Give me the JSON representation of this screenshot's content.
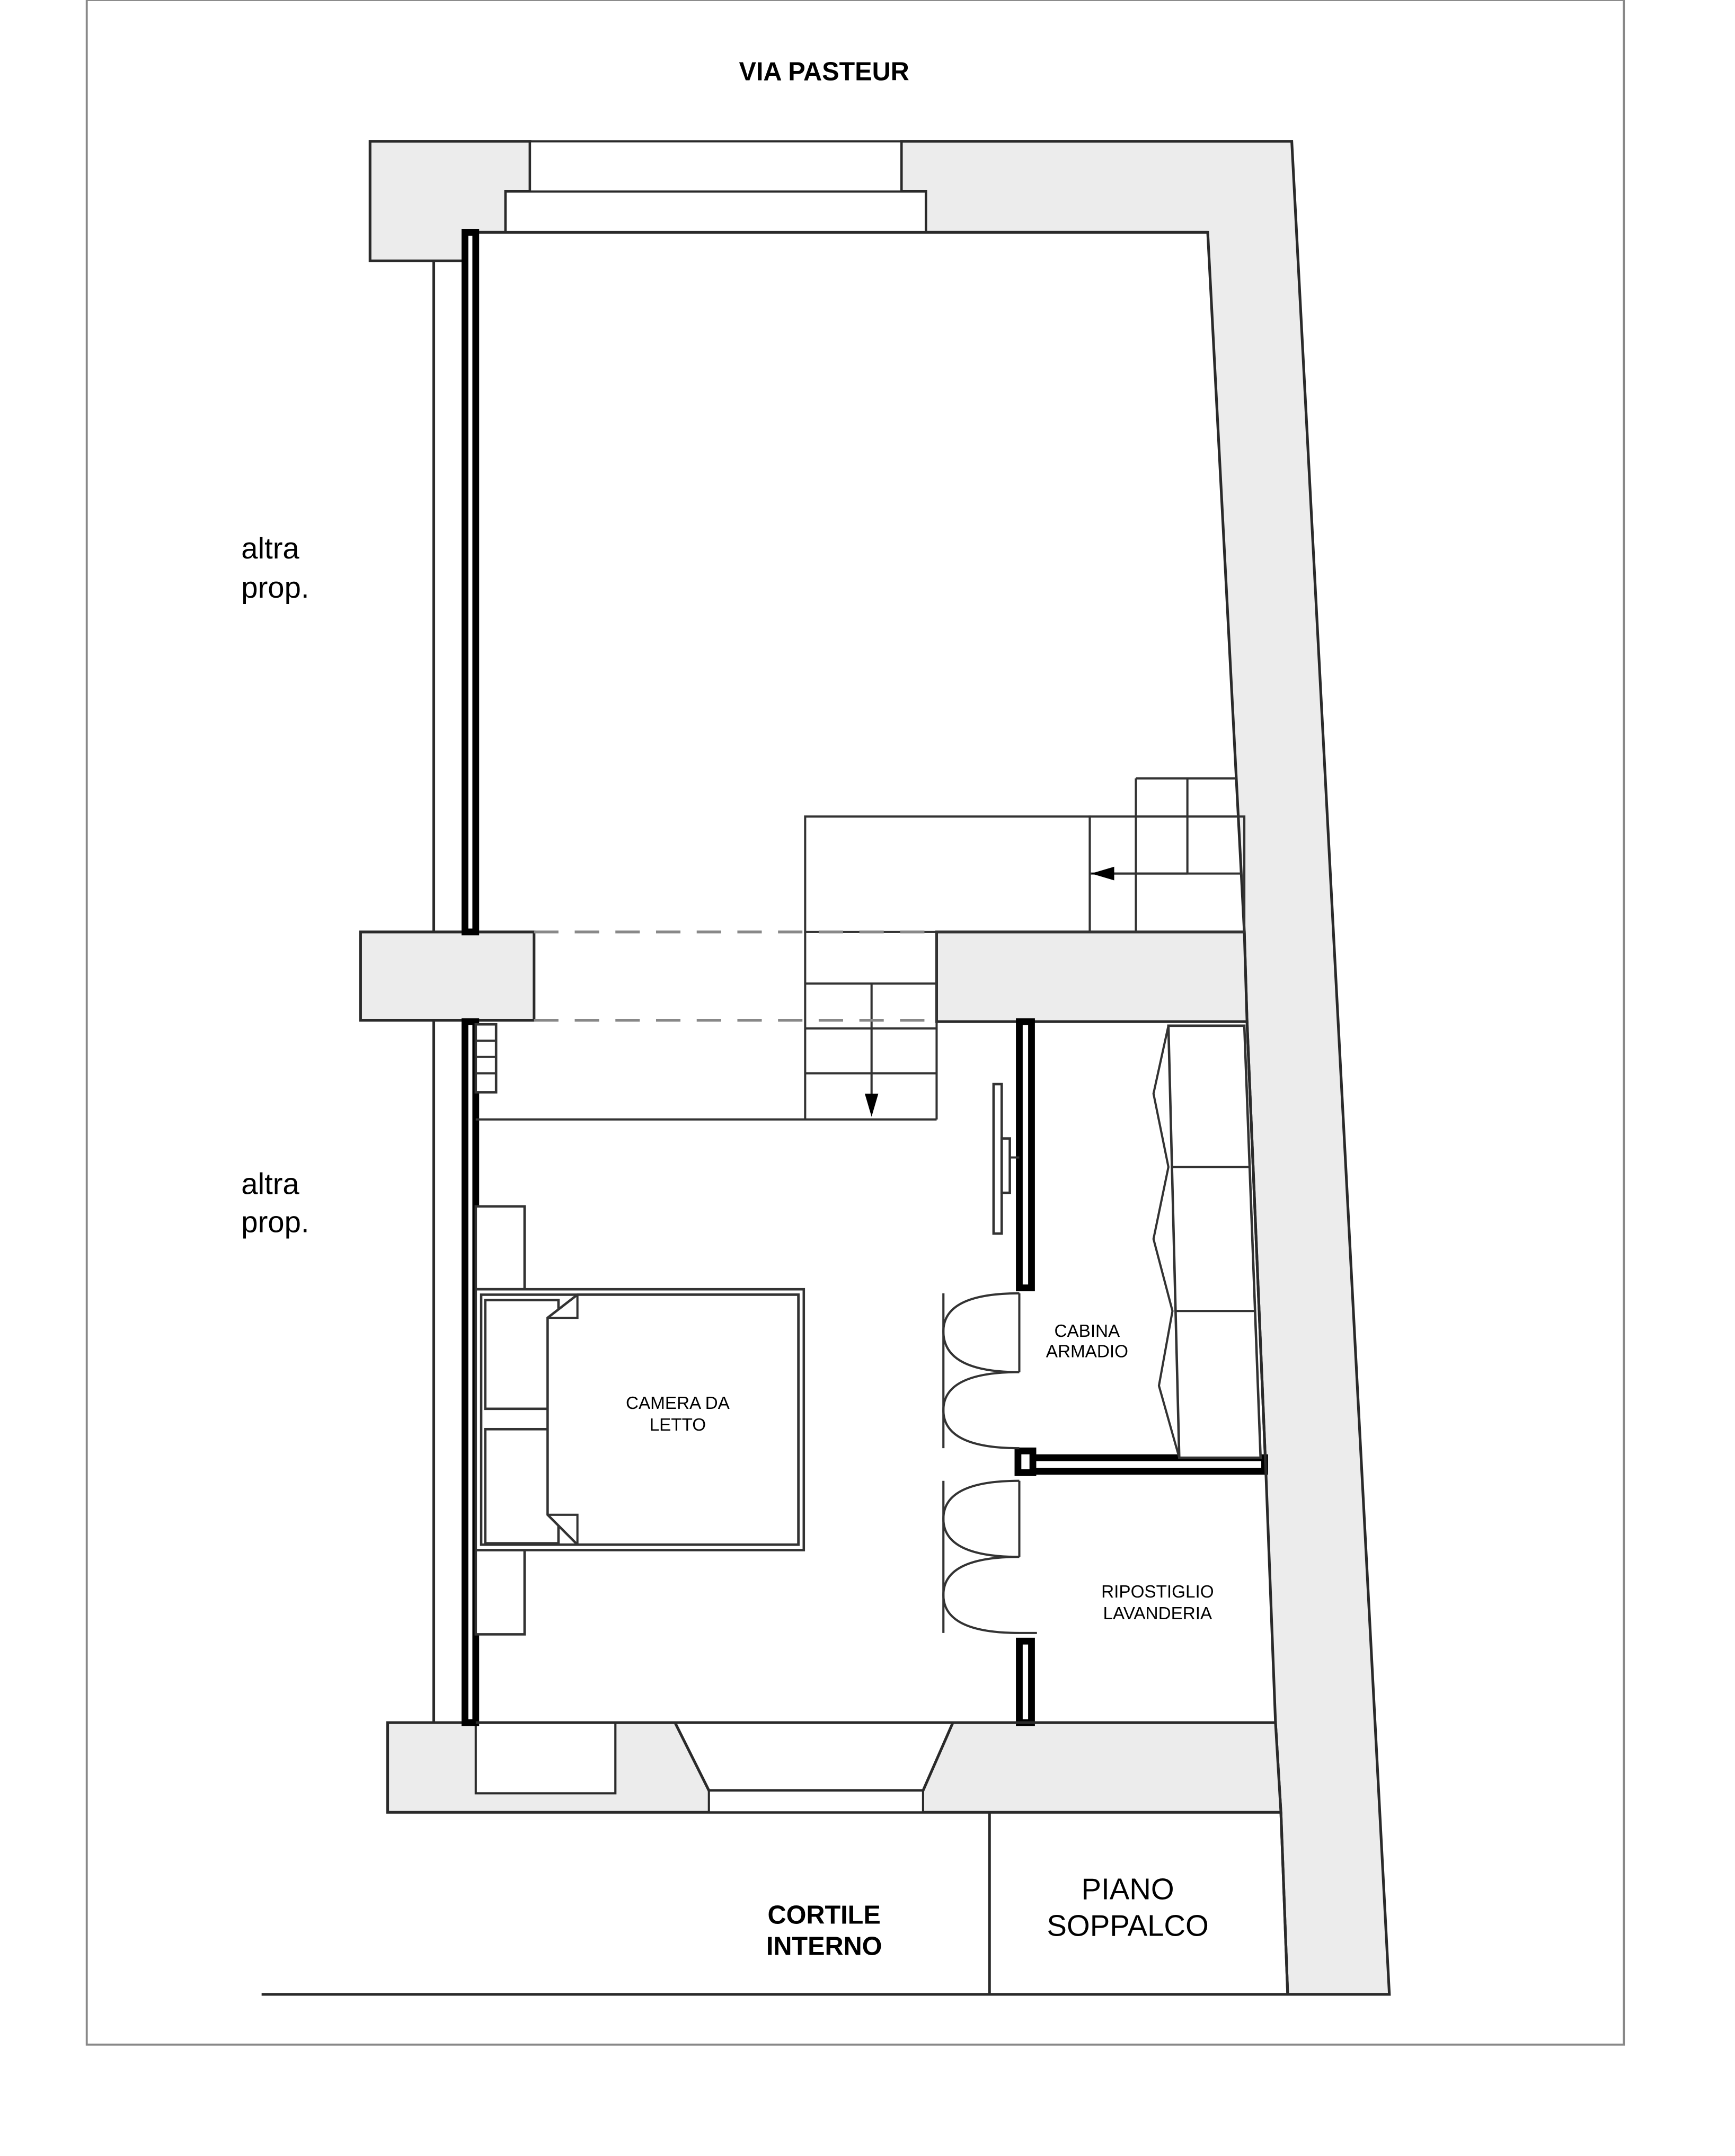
{
  "labels": {
    "street": "VIA PASTEUR",
    "neighbor_upper_1": "altra",
    "neighbor_upper_2": "prop.",
    "neighbor_lower_1": "altra",
    "neighbor_lower_2": "prop.",
    "bedroom_1": "CAMERA DA",
    "bedroom_2": "LETTO",
    "closet_1": "CABINA",
    "closet_2": "ARMADIO",
    "storage_1": "RIPOSTIGLIO",
    "storage_2": "LAVANDERIA",
    "courtyard_1": "CORTILE",
    "courtyard_2": "INTERNO",
    "floor_1": "PIANO",
    "floor_2": "SOPPALCO"
  }
}
